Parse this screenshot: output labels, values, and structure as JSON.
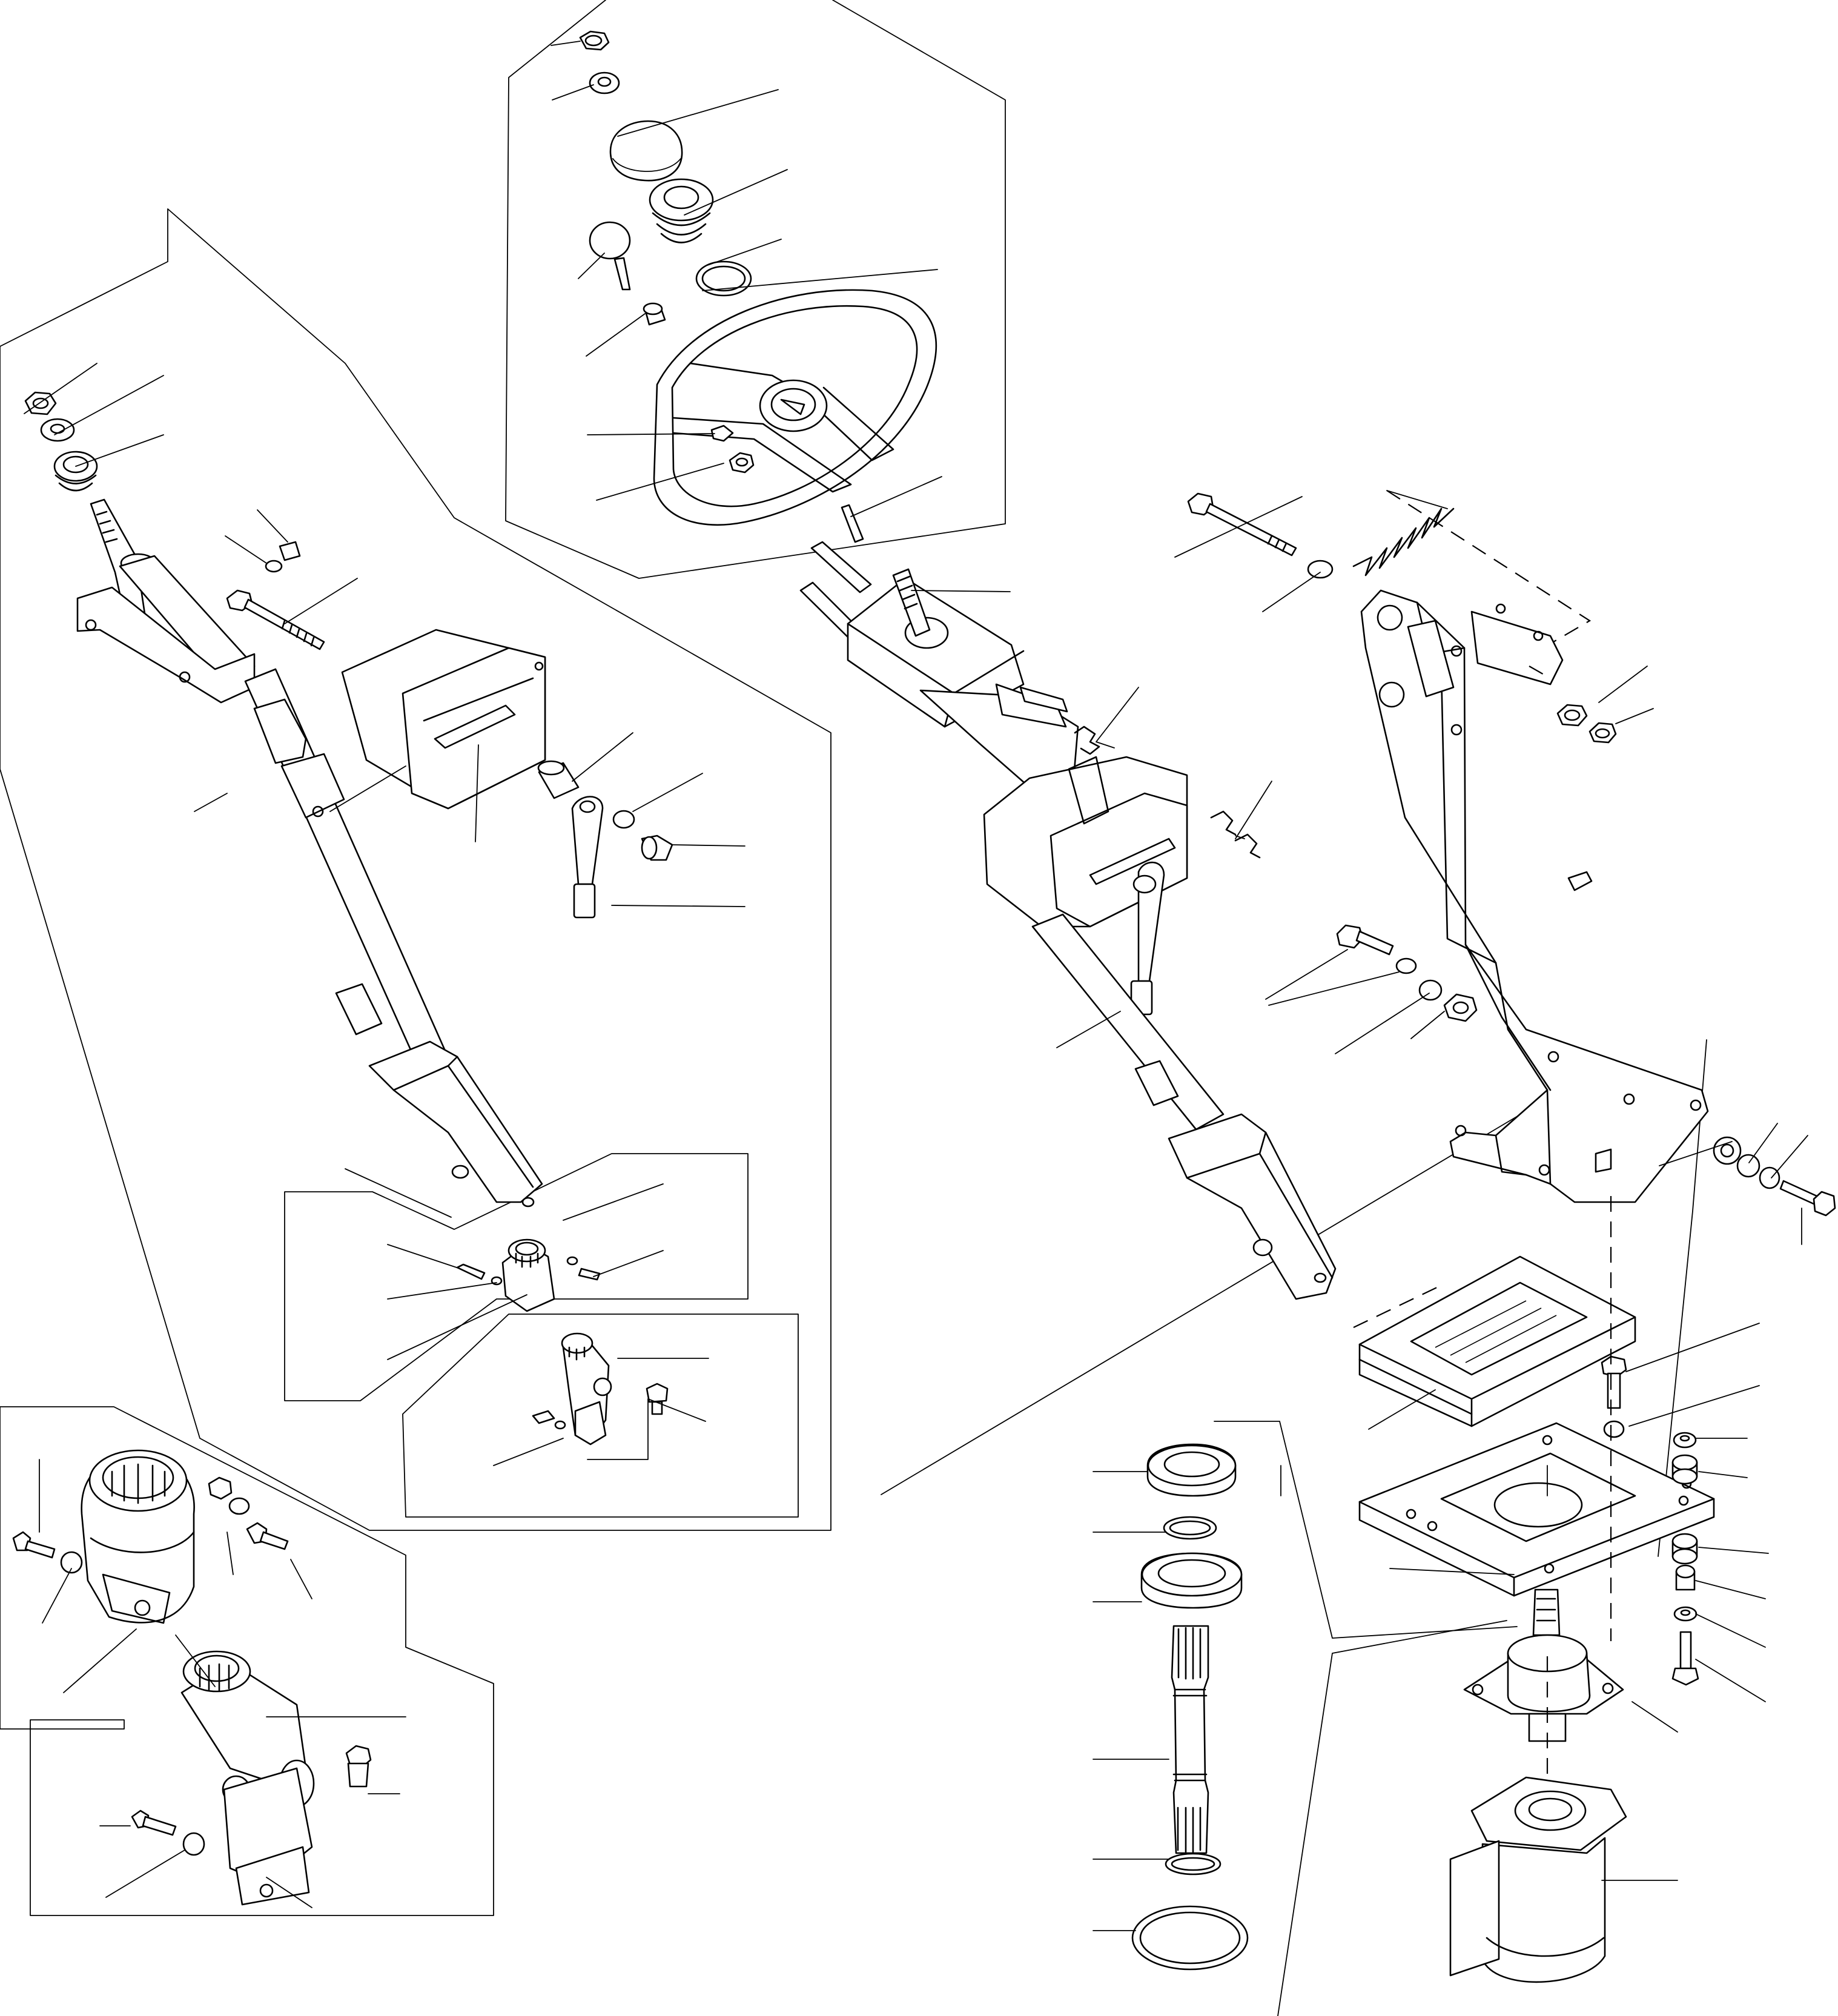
{
  "figure": {
    "labels": []
  },
  "groups": [
    {
      "id": "steering-wheel-group",
      "parts": [
        "nut",
        "washer",
        "cover-cap",
        "horn-contact",
        "snap-ring",
        "horn-button",
        "bushing",
        "steering-wheel",
        "washer",
        "nut",
        "pin"
      ]
    },
    {
      "id": "steering-column-group",
      "parts": [
        "nut",
        "washer",
        "horn-contact",
        "steering-column",
        "bolt",
        "switch-housing",
        "bracket",
        "spacer",
        "lever",
        "washer",
        "bolt"
      ]
    },
    {
      "id": "u-joint-group",
      "parts": [
        "universal-joint",
        "bolt",
        "washer",
        "nut"
      ]
    },
    {
      "id": "pedal-bracket-group",
      "parts": [
        "bolt",
        "washer",
        "spring",
        "pedal-bracket",
        "nut",
        "nut",
        "bolt",
        "washer",
        "washer",
        "nut"
      ]
    },
    {
      "id": "floor-plate-group",
      "parts": [
        "seal",
        "floor-plate",
        "bolt",
        "washer",
        "bushing",
        "bushing",
        "bushing",
        "washer",
        "bolt"
      ]
    },
    {
      "id": "shaft-group",
      "parts": [
        "seal",
        "snap-ring",
        "bearing",
        "spline-shaft",
        "snap-ring",
        "snap-ring"
      ]
    },
    {
      "id": "steering-unit-group",
      "parts": [
        "steering-valve",
        "motor"
      ]
    }
  ],
  "icons": [
    "exploded-view-diagram"
  ]
}
